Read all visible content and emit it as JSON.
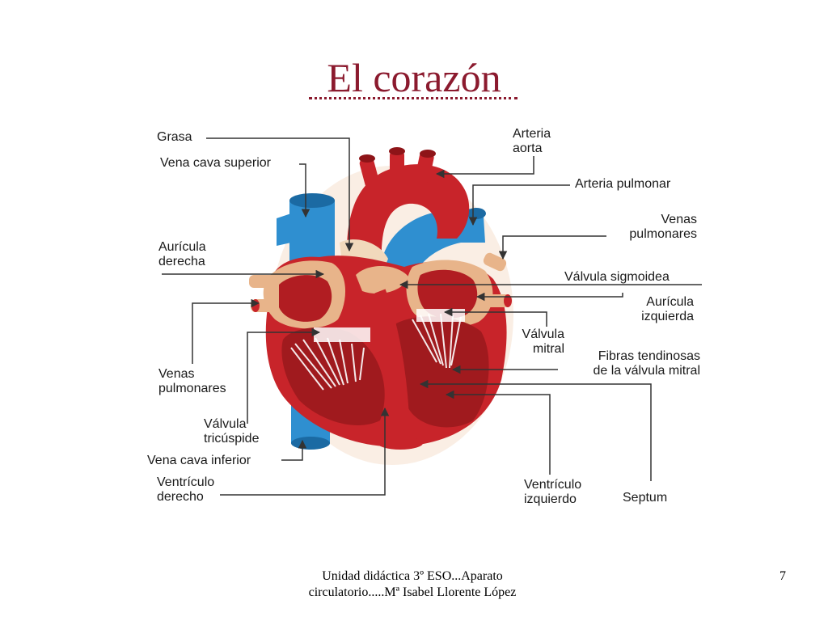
{
  "slide": {
    "title": "El corazón",
    "footer_line1": "Unidad didáctica 3º ESO...Aparato",
    "footer_line2": "circulatorio.....Mª Isabel Llorente López",
    "page_number": "7"
  },
  "labels": {
    "grasa": "Grasa",
    "vena_cava_superior": "Vena cava superior",
    "auricula_derecha_1": "Aurícula",
    "auricula_derecha_2": "derecha",
    "venas_pulmonares_izq_1": "Venas",
    "venas_pulmonares_izq_2": "pulmonares",
    "valvula_tricuspide_1": "Válvula",
    "valvula_tricuspide_2": "tricúspide",
    "vena_cava_inferior": "Vena cava inferior",
    "ventriculo_derecho_1": "Ventrículo",
    "ventriculo_derecho_2": "derecho",
    "arteria_aorta_1": "Arteria",
    "arteria_aorta_2": "aorta",
    "arteria_pulmonar": "Arteria pulmonar",
    "venas_pulmonares_der_1": "Venas",
    "venas_pulmonares_der_2": "pulmonares",
    "valvula_sigmoidea": "Válvula sigmoidea",
    "auricula_izquierda_1": "Aurícula",
    "auricula_izquierda_2": "izquierda",
    "valvula_mitral_1": "Válvula",
    "valvula_mitral_2": "mitral",
    "fibras_tendinosas_1": "Fibras tendinosas",
    "fibras_tendinosas_2": "de la válvula mitral",
    "ventriculo_izquierdo_1": "Ventrículo",
    "ventriculo_izquierdo_2": "izquierdo",
    "septum": "Septum"
  },
  "colors": {
    "title": "#8b1a2e",
    "heart_red": "#c8242a",
    "heart_dark": "#8e1418",
    "vessel_blue": "#2f8fd0",
    "fat": "#e8b48a",
    "leader_line": "#333333"
  }
}
